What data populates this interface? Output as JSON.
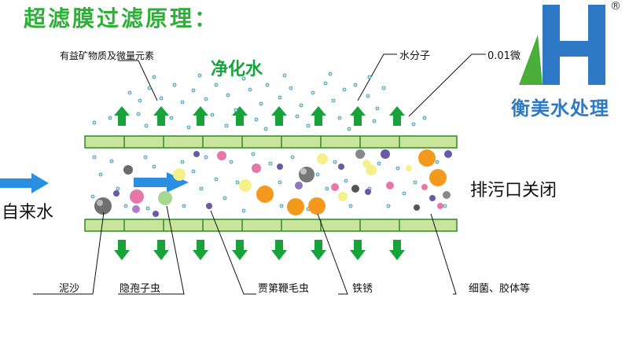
{
  "title": "超滤膜过滤原理：",
  "labels": {
    "minerals": "有益矿物质及微量元素",
    "clean_water": "净化水",
    "water_molecule": "水分子",
    "micron": "0.01微",
    "drain_closed": "排污口关闭",
    "tap_water": "自来水",
    "sand": "泥沙",
    "cryptosporidium": "隐孢子虫",
    "giardia": "贾第鞭毛虫",
    "rust": "铁锈",
    "bacteria_colloid": "细菌、胶体等"
  },
  "brand": {
    "name": "衡美水处理",
    "registered": "®"
  },
  "colors": {
    "membrane_fill": "#c8e59a",
    "membrane_stroke": "#2e8a2e",
    "arrow_green": "#18a33a",
    "arrow_blue": "#2a8fe0",
    "logo_blue": "#2d79c6",
    "logo_green": "#4cae3a"
  }
}
